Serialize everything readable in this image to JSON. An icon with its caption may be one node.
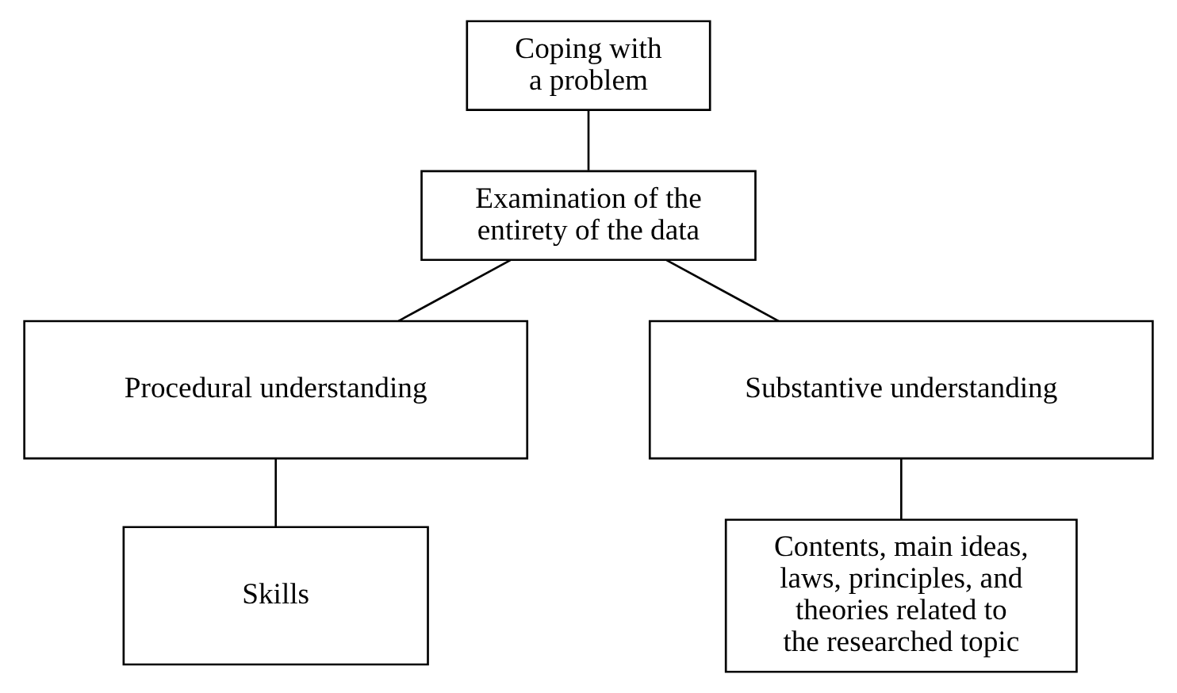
{
  "diagram": {
    "nodes": [
      {
        "text": [
          "Coping with a problem"
        ]
      },
      {
        "text": [
          "Examination of the entirety of the data"
        ]
      },
      {
        "text": [
          "Procedural understanding"
        ]
      },
      {
        "text": [
          "Substantive understanding"
        ]
      },
      {
        "text": [
          "Skills"
        ]
      },
      {
        "text": [
          "Contents, main ideas, laws, principles, and theories related to the researched topic"
        ]
      }
    ],
    "edges": [
      {
        "from": 0,
        "to": 1,
        "arrow": "none"
      },
      {
        "from": 1,
        "to": 2,
        "arrow": "none"
      },
      {
        "from": 1,
        "to": 3,
        "arrow": "none"
      },
      {
        "from": 2,
        "to": 4,
        "arrow": "none"
      },
      {
        "from": 3,
        "to": 5,
        "arrow": "none"
      }
    ]
  }
}
